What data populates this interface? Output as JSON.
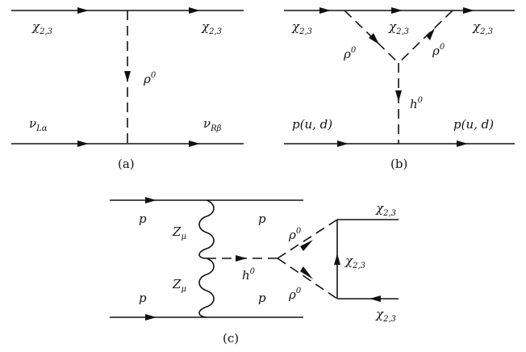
{
  "panels": {
    "a": {
      "caption": "(a)",
      "chi_left": {
        "base": "χ",
        "sub": "2,3"
      },
      "chi_right": {
        "base": "χ",
        "sub": "2,3"
      },
      "rho": {
        "base": "ρ",
        "sup": "0"
      },
      "nu_left": {
        "base": "ν",
        "sub": "Lα"
      },
      "nu_right": {
        "base": "ν",
        "sub": "Rβ"
      }
    },
    "b": {
      "caption": "(b)",
      "chi_left": {
        "base": "χ",
        "sub": "2,3"
      },
      "chi_mid": {
        "base": "χ",
        "sub": "2,3"
      },
      "chi_right": {
        "base": "χ",
        "sub": "2,3"
      },
      "rho_left": {
        "base": "ρ",
        "sup": "0"
      },
      "rho_right": {
        "base": "ρ",
        "sup": "0"
      },
      "higgs": {
        "base": "h",
        "sup": "0"
      },
      "p_left": "p(u, d)",
      "p_right": "p(u, d)"
    },
    "c": {
      "caption": "(c)",
      "p_top_left": "p",
      "p_top_right": "p",
      "p_bot_left": "p",
      "p_bot_right": "p",
      "z_top": {
        "base": "Z",
        "sub": "μ"
      },
      "z_bot": {
        "base": "Z",
        "sub": "μ"
      },
      "higgs": {
        "base": "h",
        "sup": "0"
      },
      "rho_top": {
        "base": "ρ",
        "sup": "0"
      },
      "rho_bot": {
        "base": "ρ",
        "sup": "0"
      },
      "chi_top": {
        "base": "χ",
        "sub": "2,3"
      },
      "chi_mid": {
        "base": "χ",
        "sub": "2,3"
      },
      "chi_bot": {
        "base": "χ",
        "sub": "2,3"
      }
    }
  }
}
